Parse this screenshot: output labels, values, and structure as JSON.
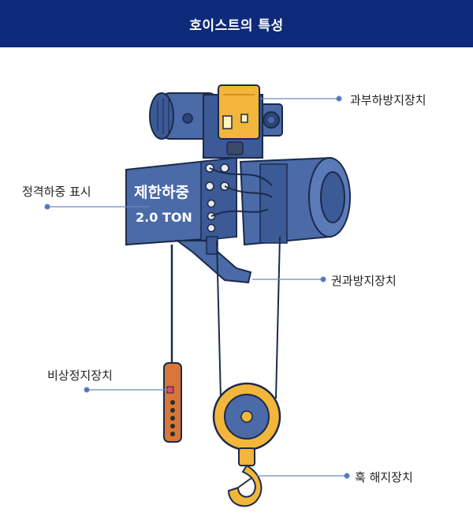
{
  "header": {
    "title": "호이스트의 특성"
  },
  "plate": {
    "line1": "제한하중",
    "line2": "2.0 TON"
  },
  "labels": {
    "overload": "과부하방지장치",
    "rated_load": "정격하중 표시",
    "overwind": "권과방지장치",
    "emergency_stop": "비상정지장치",
    "hook_release": "훅 해지장치"
  },
  "colors": {
    "header_bg": "#0e2a7a",
    "body_blue": "#4a6aa8",
    "body_dark": "#2c4577",
    "accent_yellow": "#f2b63a",
    "pendant_orange": "#d9773a",
    "leader_line": "#6b8ac4"
  }
}
